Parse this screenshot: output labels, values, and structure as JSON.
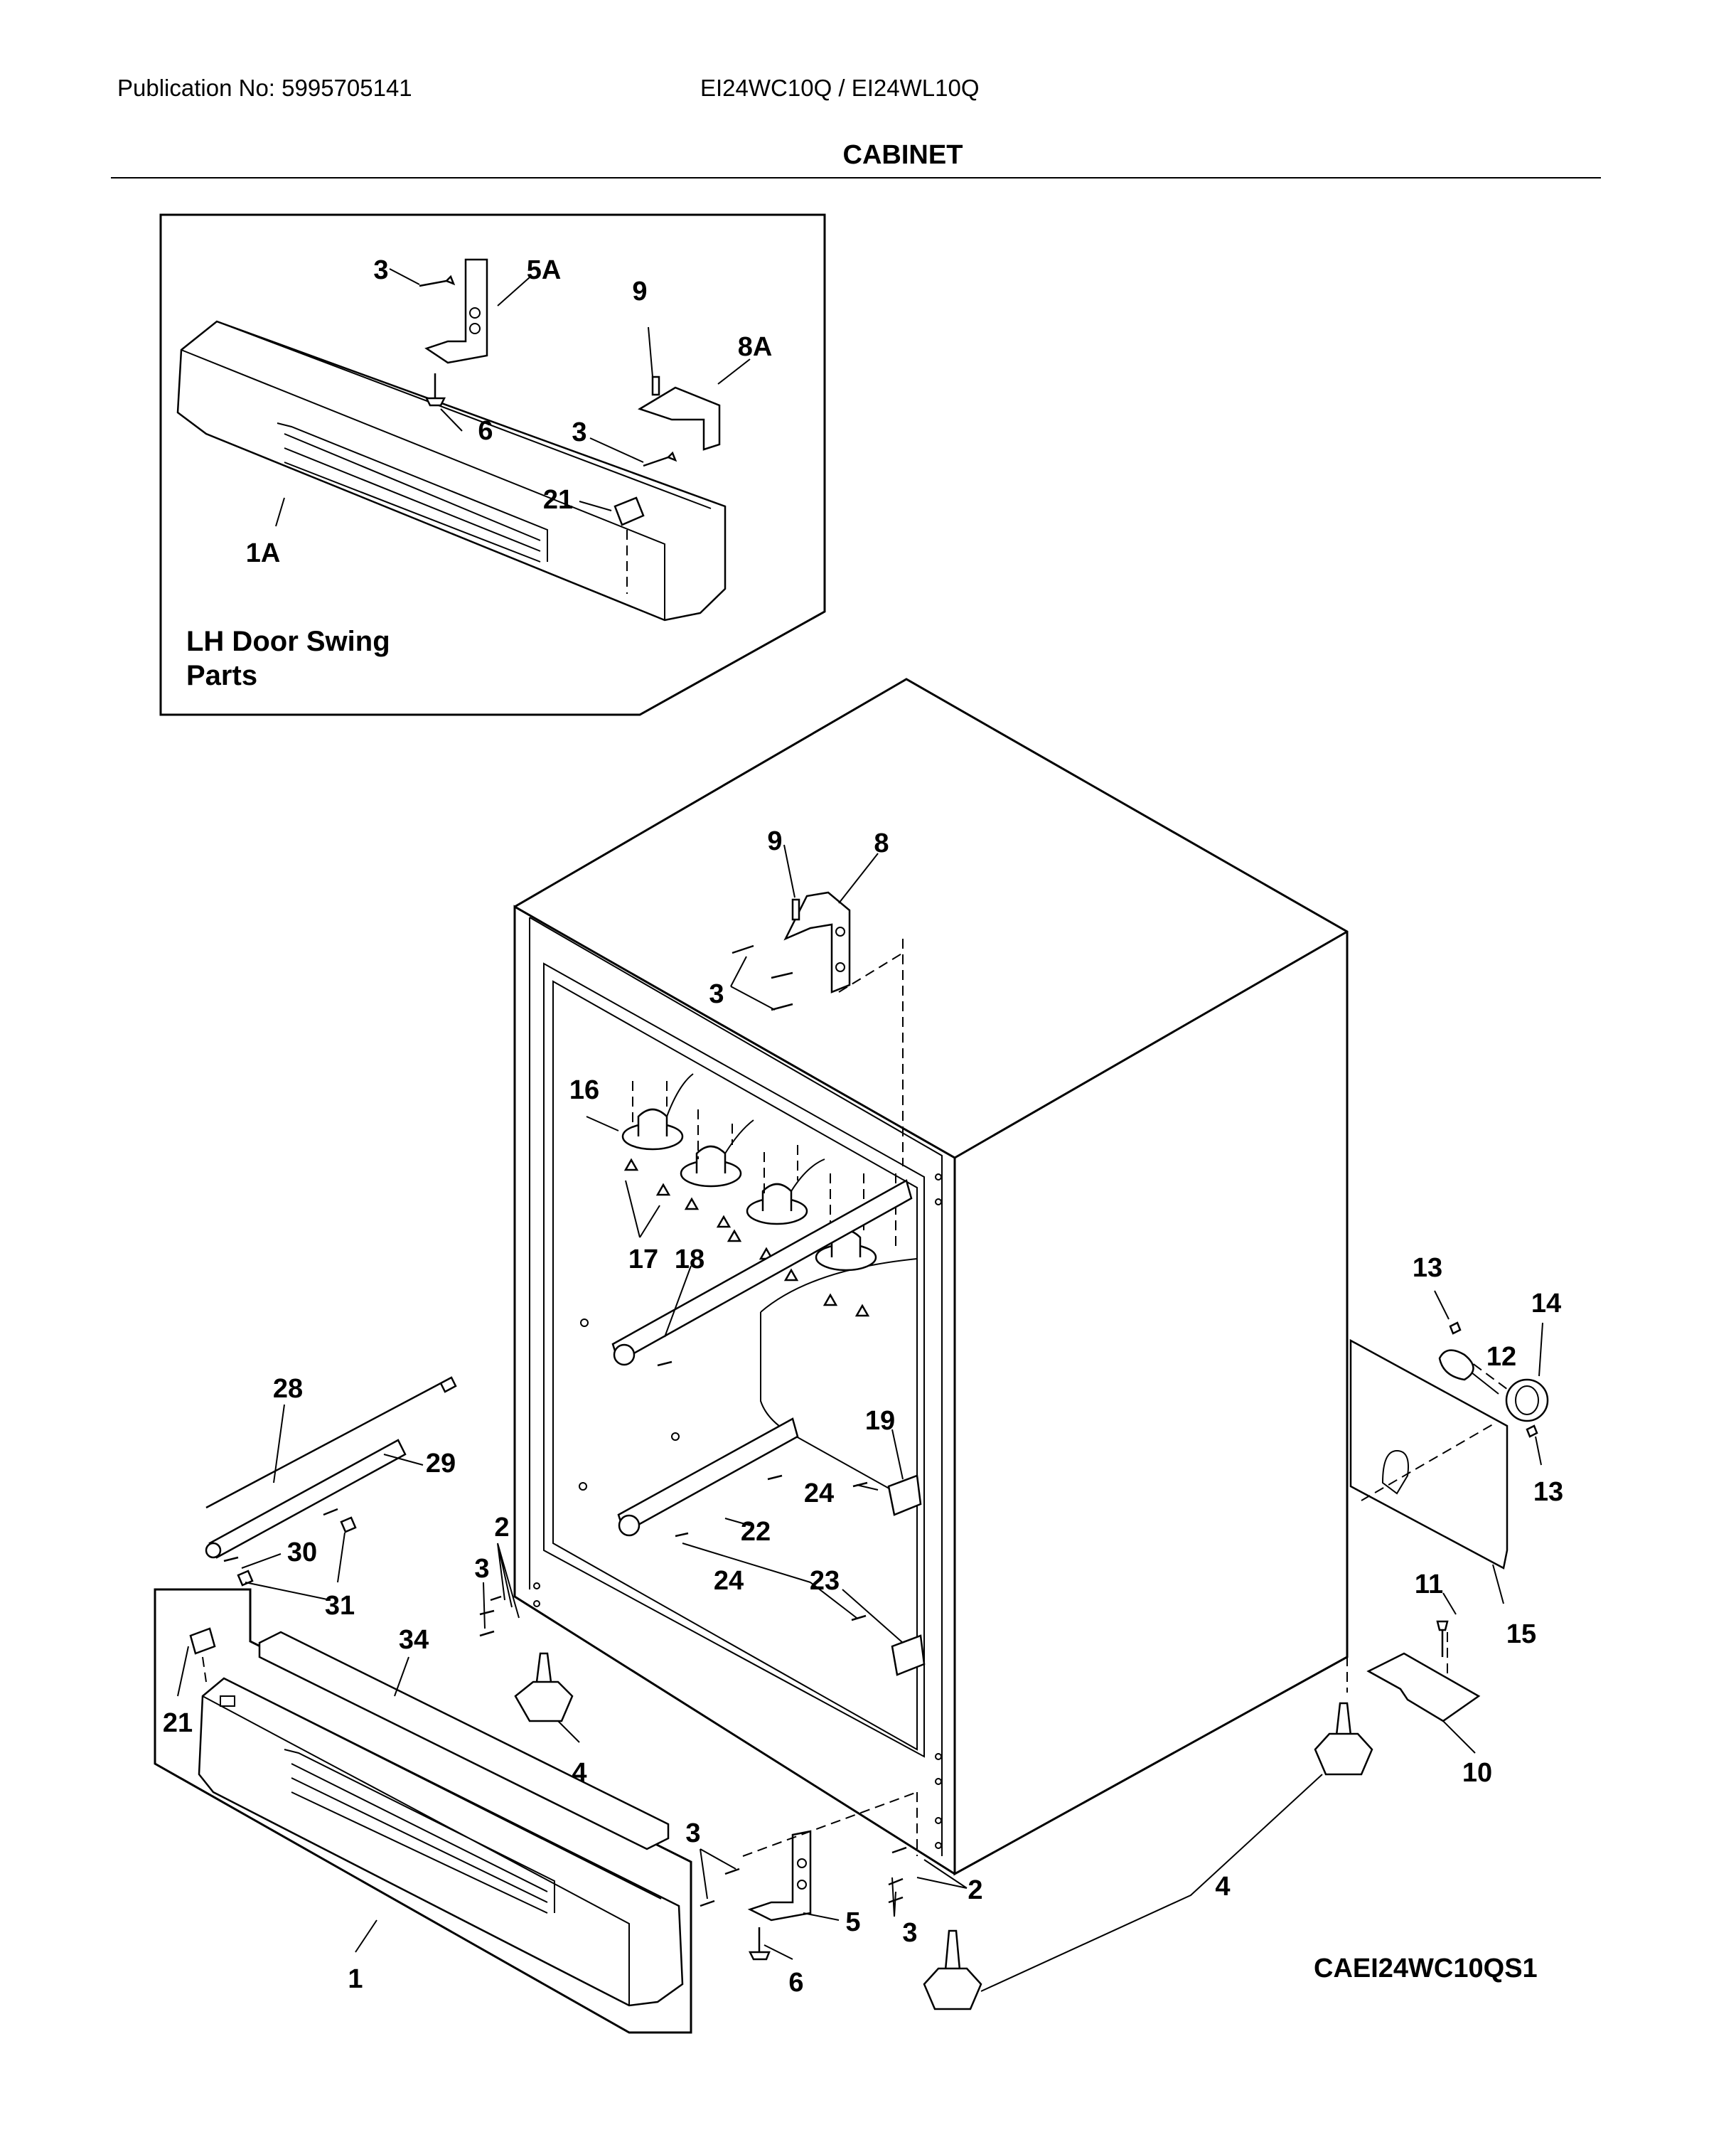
{
  "header": {
    "publication": "Publication No: 5995705141",
    "models": "EI24WC10Q / EI24WL10Q",
    "section_title": "CABINET"
  },
  "inset": {
    "title_line1": "LH Door Swing",
    "title_line2": "Parts"
  },
  "diagram_code": "CAEI24WC10QS1",
  "callouts": {
    "c1": "1",
    "c1A": "1A",
    "c2": "2",
    "c3": "3",
    "c4": "4",
    "c5": "5",
    "c5A": "5A",
    "c6": "6",
    "c8": "8",
    "c8A": "8A",
    "c9": "9",
    "c10": "10",
    "c11": "11",
    "c12": "12",
    "c13": "13",
    "c14": "14",
    "c15": "15",
    "c16": "16",
    "c17": "17",
    "c18": "18",
    "c19": "19",
    "c21": "21",
    "c22": "22",
    "c23": "23",
    "c24": "24",
    "c28": "28",
    "c29": "29",
    "c30": "30",
    "c31": "31",
    "c34": "34"
  }
}
